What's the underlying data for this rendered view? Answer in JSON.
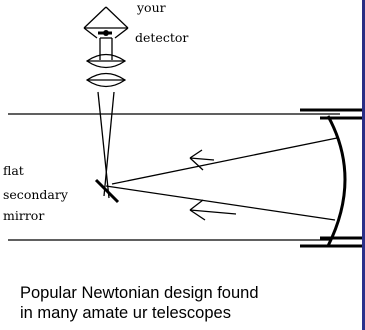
{
  "labels": {
    "detector_top": "your",
    "detector_bottom": "detector",
    "secondary_1": "flat",
    "secondary_2": "secondary",
    "secondary_3": "mirror"
  },
  "caption": {
    "line1": "Popular Newtonian design found",
    "line2": "in many amate ur telescopes"
  },
  "colors": {
    "background": "#2b2f86",
    "figure": "#ffffff",
    "ink": "#000000"
  }
}
